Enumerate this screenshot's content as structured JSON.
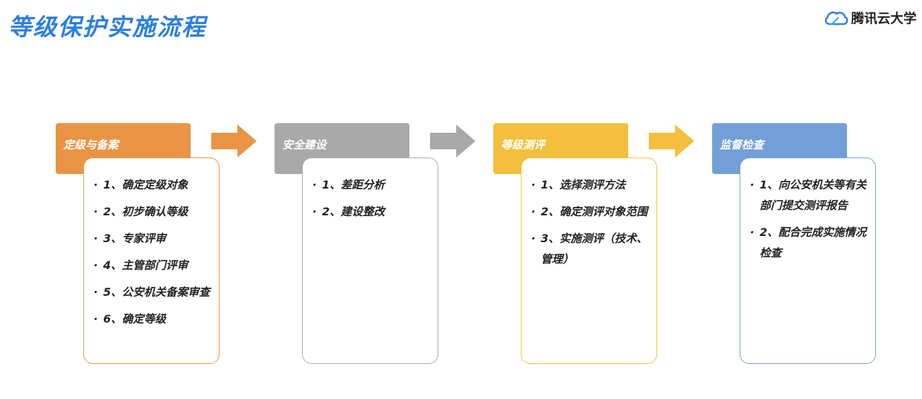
{
  "header": {
    "title": "等级保护实施流程",
    "brand_name": "腾讯云大学",
    "brand_icon": "cloud-logo-icon"
  },
  "colors": {
    "title": "#2b7fe0",
    "step1": "#e99444",
    "step2": "#a9a9a9",
    "step3": "#f3bf3c",
    "step4": "#729fd8"
  },
  "steps": [
    {
      "title": "定级与备案",
      "items": [
        "1、确定定级对象",
        "2、初步确认等级",
        "3、专家评审",
        "4、主管部门评审",
        "5、公安机关备案审查",
        "6、确定等级"
      ]
    },
    {
      "title": "安全建设",
      "items": [
        "1、差距分析",
        "2、建设整改"
      ]
    },
    {
      "title": "等级测评",
      "items": [
        "1、选择测评方法",
        "2、确定测评对象范围",
        "3、实施测评（技术、管理）"
      ]
    },
    {
      "title": "监督检查",
      "items": [
        "1、向公安机关等有关部门提交测评报告",
        "2、配合完成实施情况检查"
      ]
    }
  ]
}
